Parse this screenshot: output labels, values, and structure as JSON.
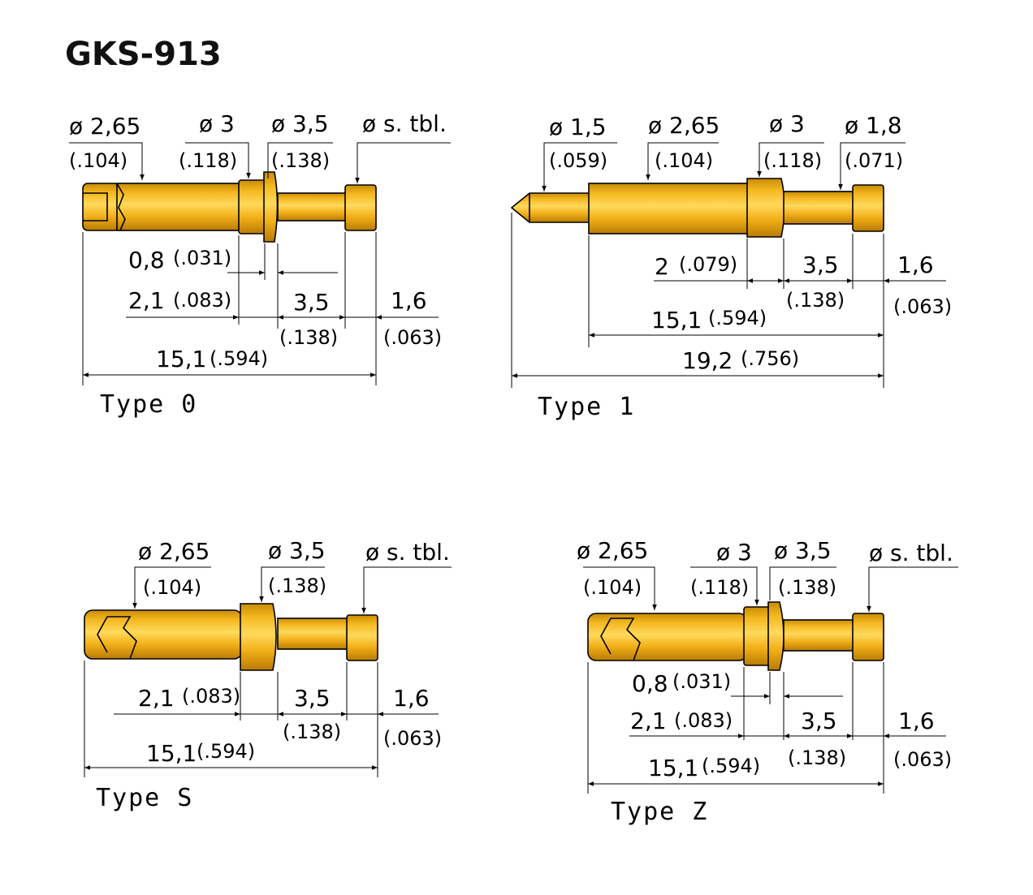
{
  "title": "GKS-913",
  "colors": {
    "gold": "#f2b41e",
    "gold_dark": "#c78a08",
    "gold_light": "#ffd75a",
    "line": "#000000"
  },
  "type0": {
    "label": "Type 0",
    "d1": "ø 2,65",
    "d1i": "(.104)",
    "d2": "ø 3",
    "d2i": "(.118)",
    "d3": "ø 3,5",
    "d3i": "(.138)",
    "d4": "ø s. tbl.",
    "l08": "0,8",
    "l08i": "(.031)",
    "l21": "2,1",
    "l21i": "(.083)",
    "l35": "3,5",
    "l35i": "(.138)",
    "l16": "1,6",
    "l16i": "(.063)",
    "l151": "15,1",
    "l151i": "(.594)"
  },
  "type1": {
    "label": "Type 1",
    "d1": "ø 1,5",
    "d1i": "(.059)",
    "d2": "ø 2,65",
    "d2i": "(.104)",
    "d3": "ø 3",
    "d3i": "(.118)",
    "d4": "ø 1,8",
    "d4i": "(.071)",
    "l2": "2",
    "l2i": "(.079)",
    "l35": "3,5",
    "l35i": "(.138)",
    "l16": "1,6",
    "l16i": "(.063)",
    "l151": "15,1",
    "l151i": "(.594)",
    "l192": "19,2",
    "l192i": "(.756)"
  },
  "typeS": {
    "label": "Type S",
    "d1": "ø 2,65",
    "d1i": "(.104)",
    "d2": "ø 3,5",
    "d2i": "(.138)",
    "d3": "ø s. tbl.",
    "l21": "2,1",
    "l21i": "(.083)",
    "l35": "3,5",
    "l35i": "(.138)",
    "l16": "1,6",
    "l16i": "(.063)",
    "l151": "15,1",
    "l151i": "(.594)"
  },
  "typeZ": {
    "label": "Type Z",
    "d1": "ø 2,65",
    "d1i": "(.104)",
    "d2": "ø 3",
    "d2i": "(.118)",
    "d3": "ø 3,5",
    "d3i": "(.138)",
    "d4": "ø s. tbl.",
    "l08": "0,8",
    "l08i": "(.031)",
    "l21": "2,1",
    "l21i": "(.083)",
    "l35": "3,5",
    "l35i": "(.138)",
    "l16": "1,6",
    "l16i": "(.063)",
    "l151": "15,1",
    "l151i": "(.594)"
  }
}
